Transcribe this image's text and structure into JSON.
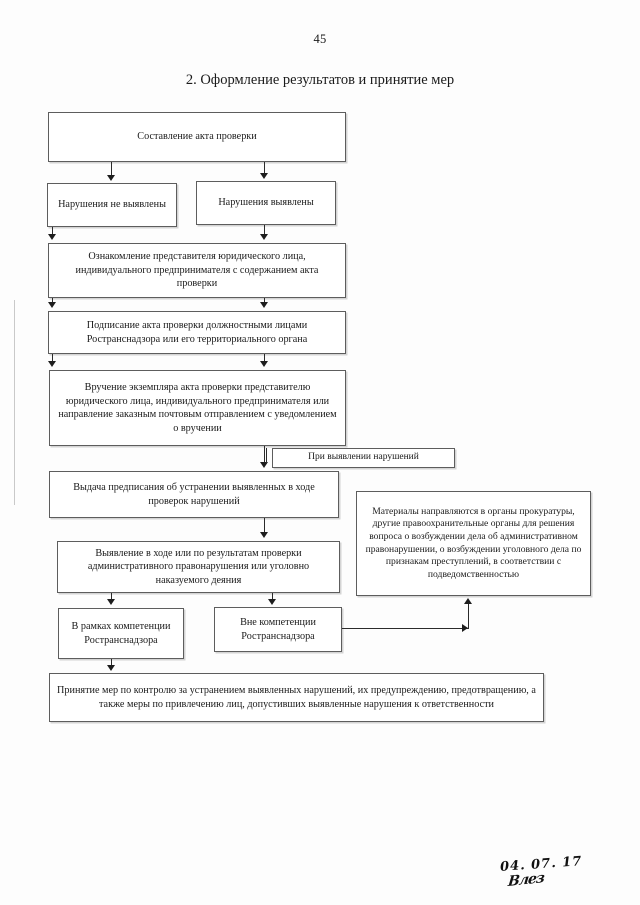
{
  "document": {
    "page_number": "45",
    "title": "2. Оформление результатов и принятие мер"
  },
  "flowchart": {
    "nodes": [
      {
        "id": "act-draft",
        "label": "Составление акта проверки"
      },
      {
        "id": "no-violations",
        "label": "Нарушения не выявлены"
      },
      {
        "id": "violations-found",
        "label": "Нарушения выявлены"
      },
      {
        "id": "familiarization",
        "label": "Ознакомление представителя юридического лица, индивидуального предпринимателя с содержанием акта проверки"
      },
      {
        "id": "signing",
        "label": "Подписание акта проверки должностными лицами Ространснадзора или его территориального органа"
      },
      {
        "id": "delivery",
        "label": "Вручение экземпляра акта проверки представителю юридического лица, индивидуального предпринимателя или направление заказным почтовым отправлением с уведомлением о вручении"
      },
      {
        "id": "on-violation",
        "label": "При выявлении нарушений"
      },
      {
        "id": "prescription",
        "label": "Выдача предписания об устранении выявленных в ходе проверок нарушений"
      },
      {
        "id": "materials-sent",
        "label": "Материалы направляются в органы прокуратуры, другие правоохранительные органы для решения вопроса о возбуждении дела об административном правонарушении, о возбуждении уголовного дела по признакам преступлений, в соответствии с подведомственностью"
      },
      {
        "id": "detection",
        "label": "Выявление в ходе или по результатам проверки административного правонарушения или уголовно наказуемого деяния"
      },
      {
        "id": "within-scope",
        "label": "В рамках компетенции Ространснадзора"
      },
      {
        "id": "outside-scope",
        "label": "Вне компетенции Ространснадзора"
      },
      {
        "id": "measures",
        "label": "Принятие мер по контролю за устранением выявленных нарушений, их предупреждению, предотвращению, а также меры по привлечению лиц, допустивших выявленные нарушения к ответственности"
      }
    ]
  },
  "annotations": {
    "handwritten_date": "04. 07. 17",
    "handwritten_signature": "Влез"
  }
}
